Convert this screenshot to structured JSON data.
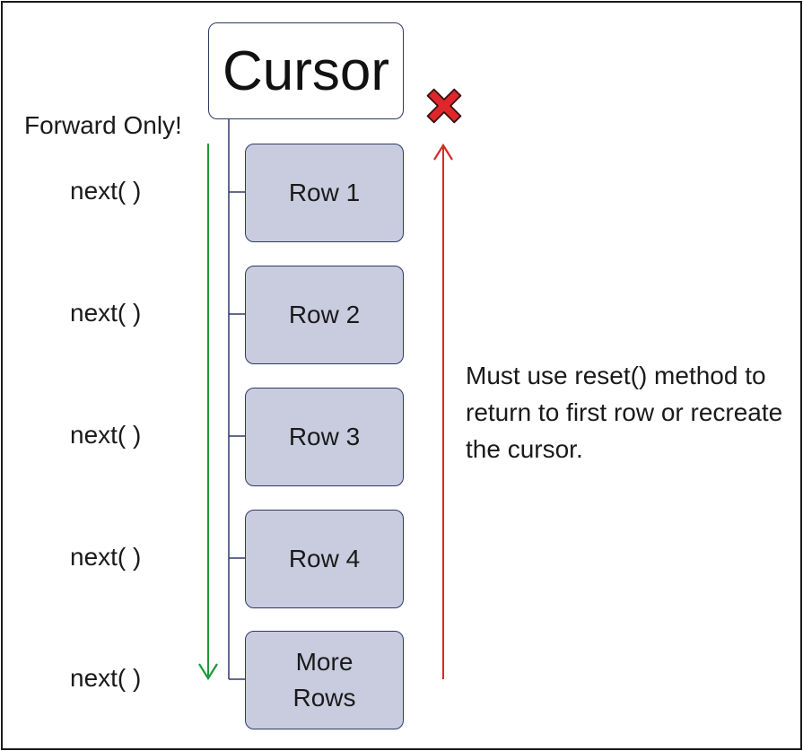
{
  "cursor": {
    "label": "Cursor"
  },
  "forward_label": "Forward Only!",
  "rows": [
    {
      "label": "Row 1"
    },
    {
      "label": "Row 2"
    },
    {
      "label": "Row 3"
    },
    {
      "label": "Row 4"
    },
    {
      "label": "More\nRows"
    }
  ],
  "next_labels": [
    "next( )",
    "next( )",
    "next( )",
    "next( )",
    "next( )"
  ],
  "note": "Must use reset() method to return to first row or recreate the cursor.",
  "icons": {
    "blocked": "red-x-icon"
  },
  "colors": {
    "forward_arrow": "#1a9a3a",
    "back_arrow": "#d42a2a",
    "row_fill": "#c9ccdf",
    "box_border": "#2e3a66",
    "x_icon": "#e0262a"
  }
}
